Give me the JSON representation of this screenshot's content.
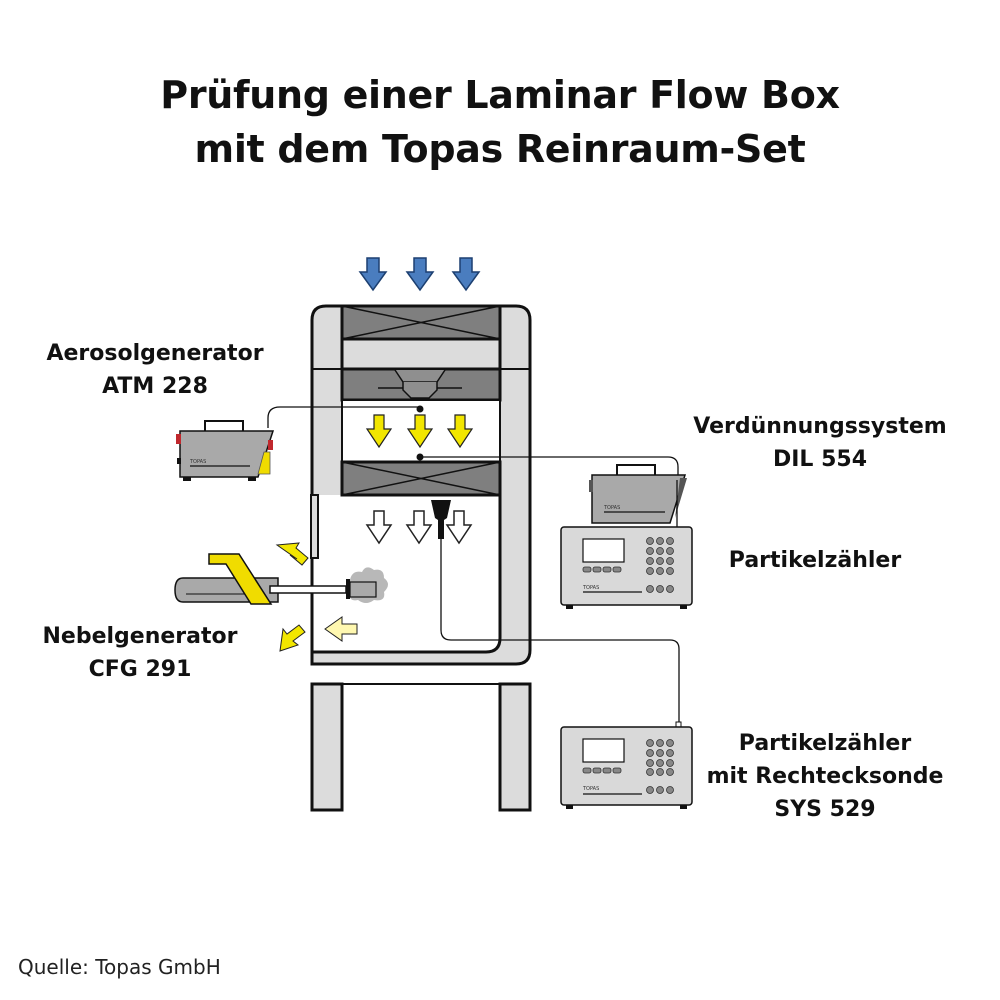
{
  "title": {
    "line1": "Prüfung einer Laminar Flow Box",
    "line2": "mit dem Topas Reinraum-Set"
  },
  "labels": {
    "aerosol_generator": {
      "name": "Aerosolgenerator",
      "model": "ATM 228"
    },
    "dilution_system": {
      "name": "Verdünnungssystem",
      "model": "DIL 554"
    },
    "particle_counter": {
      "name": "Partikelzähler"
    },
    "particle_counter_probe": {
      "name": "Partikelzähler",
      "subtitle": "mit Rechtecksonde",
      "model": "SYS 529"
    },
    "fog_generator": {
      "name": "Nebelgenerator",
      "model": "CFG 291"
    }
  },
  "device_brand": "TOPAS",
  "source": "Quelle: Topas GmbH",
  "colors": {
    "cabinet_fill": "#dcdcdc",
    "filter_fill": "#7f7f7f",
    "inflow_arrow": "#4a7dbf",
    "aerosol_arrow": "#f2e600",
    "device_body": "#a9a9a9",
    "counter_body": "#d9d9d9",
    "accent_yellow": "#f0dc00",
    "accent_red": "#c0282d",
    "smoke": "#b8b8b8",
    "outline": "#111111"
  },
  "arrows": {
    "inflow_count": 3,
    "aerosol_count": 3,
    "laminar_out_count": 3
  }
}
